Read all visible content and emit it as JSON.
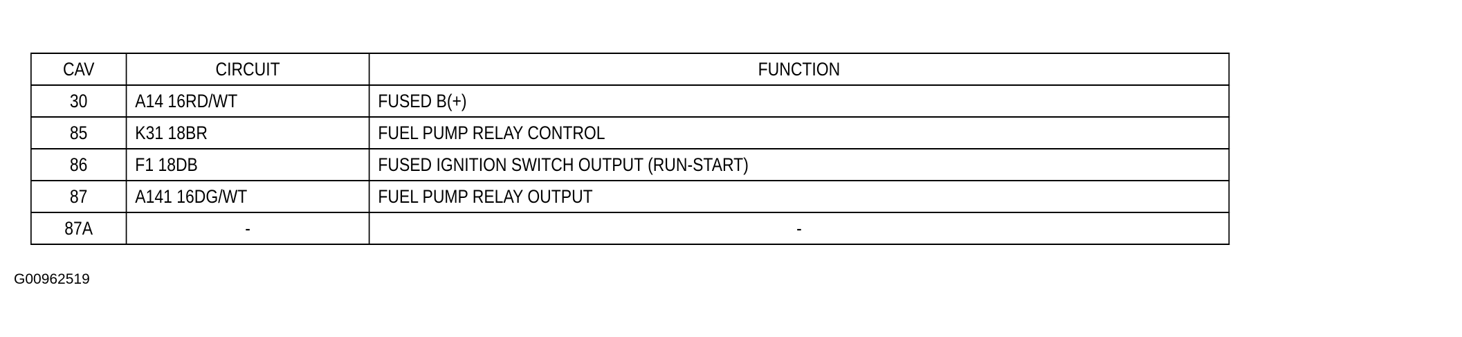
{
  "table": {
    "headers": {
      "cav": "CAV",
      "circuit": "CIRCUIT",
      "function": "FUNCTION"
    },
    "rows": [
      {
        "cav": "30",
        "circuit": "A14 16RD/WT",
        "function": "FUSED B(+)"
      },
      {
        "cav": "85",
        "circuit": "K31 18BR",
        "function": "FUEL PUMP RELAY CONTROL"
      },
      {
        "cav": "86",
        "circuit": "F1 18DB",
        "function": "FUSED IGNITION SWITCH OUTPUT (RUN-START)"
      },
      {
        "cav": "87",
        "circuit": "A141 16DG/WT",
        "function": "FUEL PUMP RELAY OUTPUT"
      },
      {
        "cav": "87A",
        "circuit": "-",
        "function": "-"
      }
    ]
  },
  "figure_id": "G00962519"
}
